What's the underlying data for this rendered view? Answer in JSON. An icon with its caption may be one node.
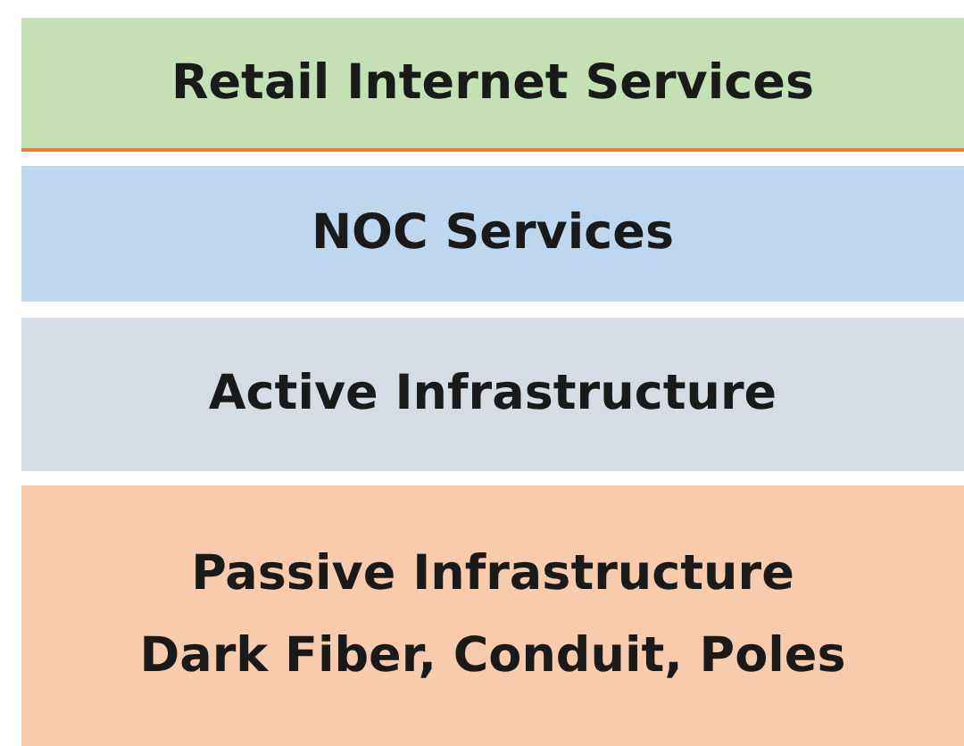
{
  "diagram": {
    "nodes": [
      {
        "text": [
          "Retail Internet Services"
        ]
      },
      {
        "text": [
          "NOC Services"
        ]
      },
      {
        "text": [
          "Active Infrastructure"
        ]
      },
      {
        "text": [
          "Passive Infrastructure",
          "Dark Fiber, Conduit, Poles"
        ]
      }
    ]
  }
}
